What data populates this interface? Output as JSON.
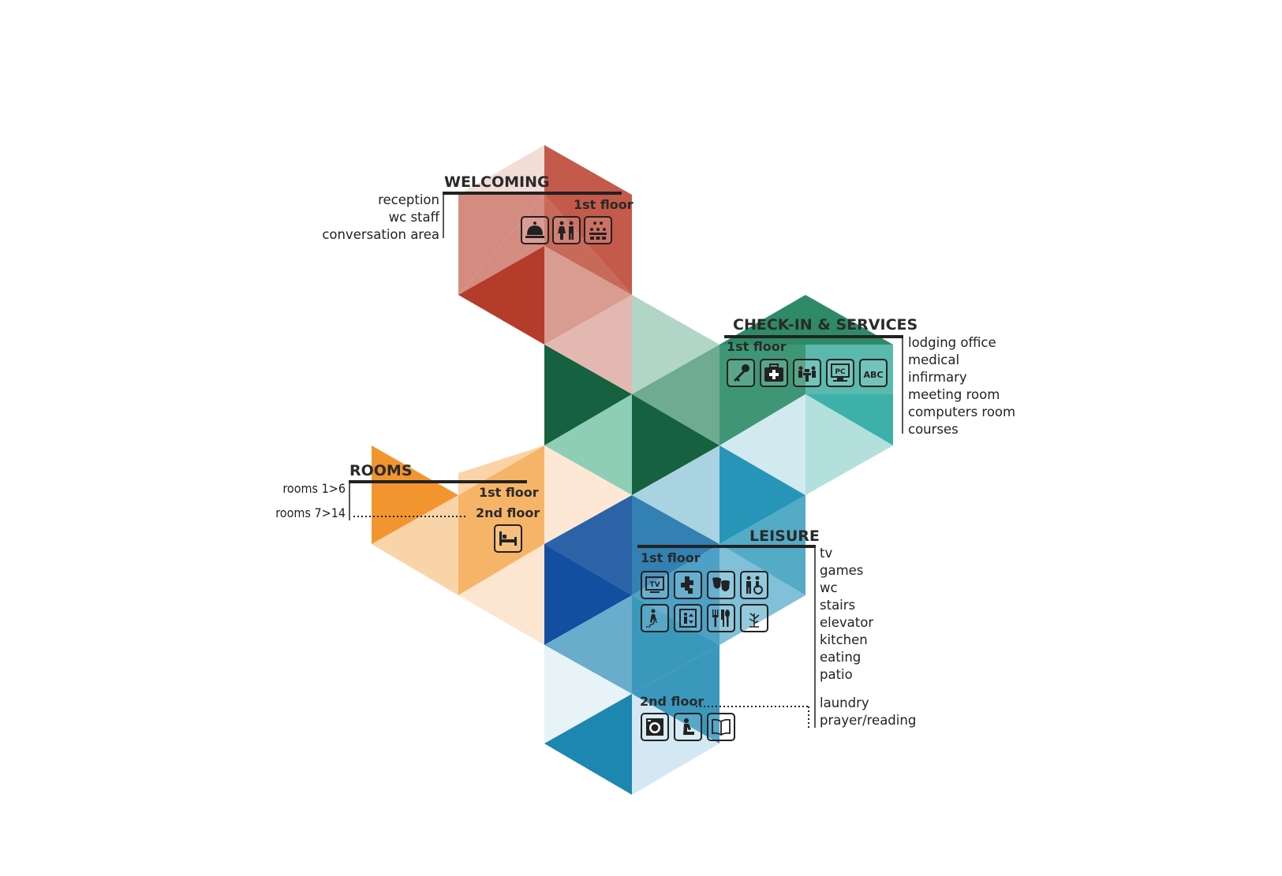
{
  "colors": {
    "welcoming": "#b5392a",
    "checkin": "#3dae9f",
    "leisure": "#1b7fae",
    "rooms": "#f3952f",
    "green": "#16613f",
    "text": "#222222"
  },
  "welcoming": {
    "title": "WELCOMING",
    "floor": "1st floor",
    "items": [
      "reception",
      "wc staff",
      "conversation area"
    ],
    "icons": [
      "reception-bell-icon",
      "wc-staff-icon",
      "conversation-area-icon"
    ]
  },
  "checkin": {
    "title": "CHECK-IN & SERVICES",
    "floor": "1st floor",
    "items": [
      "lodging office",
      "medical",
      "infirmary",
      "meeting room",
      "computers room",
      "courses"
    ],
    "icons": [
      "key-icon",
      "medical-kit-icon",
      "meeting-room-icon",
      "computer-icon",
      "courses-abc-icon"
    ],
    "pc_glyph": "PC",
    "abc_glyph": "ABC"
  },
  "rooms": {
    "title": "ROOMS",
    "floor1": "1st floor",
    "floor2": "2nd floor",
    "item1": "rooms 1>6",
    "item2": "rooms 7>14",
    "icons": [
      "bed-icon"
    ]
  },
  "leisure": {
    "title": "LEISURE",
    "floor1": "1st floor",
    "floor2": "2nd floor",
    "items1": [
      "tv",
      "games",
      "wc",
      "stairs",
      "elevator",
      "kitchen",
      "eating",
      "patio"
    ],
    "items2": [
      "laundry",
      "prayer/reading"
    ],
    "icons_row1": [
      "tv-icon",
      "games-icon",
      "theater-masks-icon",
      "wc-accessible-icon"
    ],
    "icons_row2": [
      "stairs-icon",
      "elevator-icon",
      "kitchen-utensils-icon",
      "patio-tree-icon"
    ],
    "icons_row3": [
      "laundry-machine-icon",
      "prayer-icon",
      "book-icon"
    ],
    "tv_glyph": "TV"
  }
}
